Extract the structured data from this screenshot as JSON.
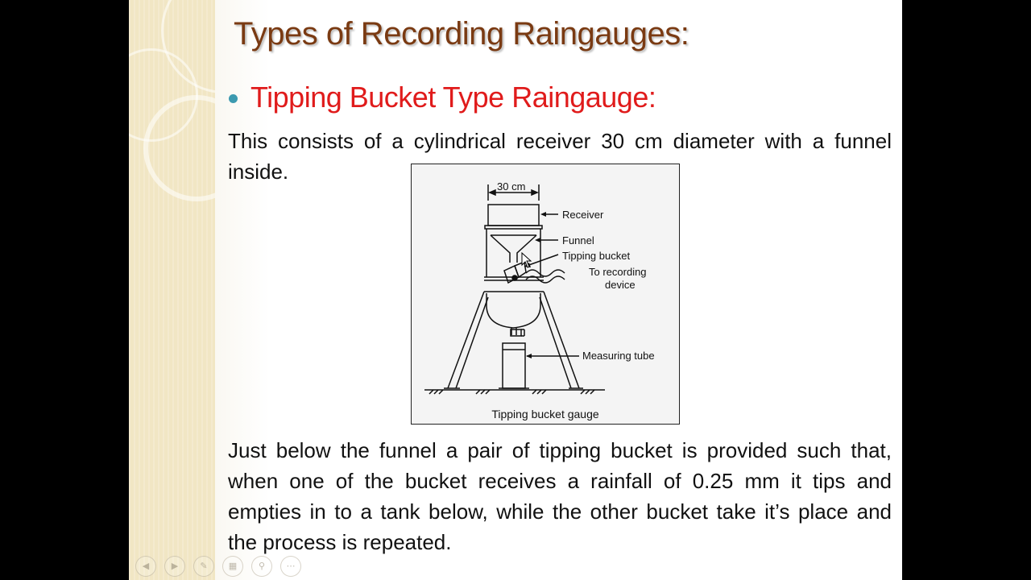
{
  "slide": {
    "title": "Types of Recording Raingauges:",
    "subtitle": "Tipping Bucket Type Raingauge:",
    "paragraph1": "This consists of a cylindrical receiver 30 cm diameter with a funnel inside.",
    "paragraph2": "Just below the funnel a pair of tipping bucket is provided such that, when one of the bucket receives a rainfall of 0.25 mm it tips and empties in to a tank below, while the other bucket take it’s place and the process is repeated."
  },
  "figure": {
    "dimension_label": "30 cm",
    "labels": {
      "receiver": "Receiver",
      "funnel": "Funnel",
      "tipping_bucket": "Tipping bucket",
      "recording_line1": "To recording",
      "recording_line2": "device",
      "measuring_tube": "Measuring tube"
    },
    "caption": "Tipping bucket gauge"
  },
  "nav_controls": {
    "icons": [
      "previous-icon",
      "next-icon",
      "pen-icon",
      "slides-icon",
      "zoom-icon",
      "more-icon"
    ]
  },
  "colors": {
    "title": "#7a3a12",
    "subtitle": "#e01b1b",
    "bullet": "#3c9ab0",
    "side_panel": "#f1e6c4"
  }
}
